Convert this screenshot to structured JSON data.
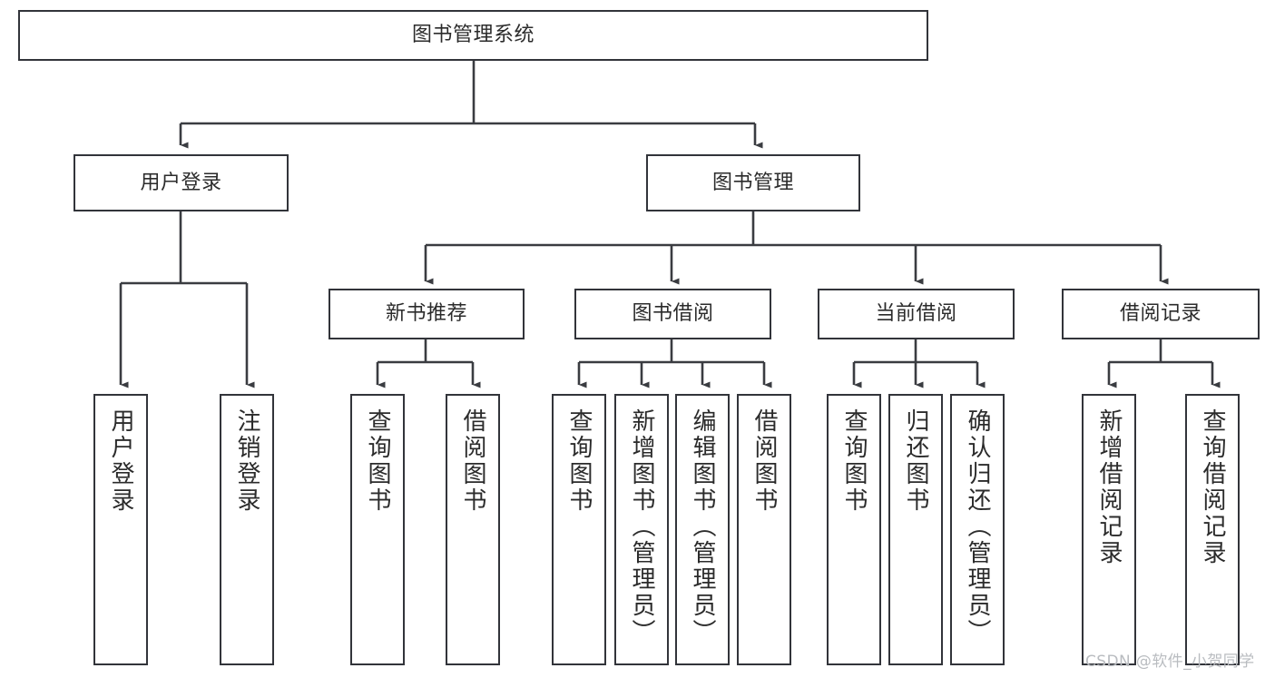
{
  "diagram": {
    "title": "图书管理系统",
    "type": "tree-hierarchy",
    "orientation": "top-down",
    "colors": {
      "box_border": "#32343a",
      "box_fill": "#ffffff",
      "connector": "#3a3c41",
      "text": "#2b2b2b",
      "watermark": "#b9bcc0",
      "background": "#ffffff"
    },
    "root": {
      "label": "图书管理系统"
    },
    "level2": [
      {
        "label": "用户登录"
      },
      {
        "label": "图书管理"
      }
    ],
    "level3": [
      {
        "label": "新书推荐"
      },
      {
        "label": "图书借阅"
      },
      {
        "label": "当前借阅"
      },
      {
        "label": "借阅记录"
      }
    ],
    "leaves": {
      "user_login": [
        {
          "label": "用户登录"
        },
        {
          "label": "注销登录"
        }
      ],
      "new_book_recommend": [
        {
          "label": "查询图书"
        },
        {
          "label": "借阅图书"
        }
      ],
      "book_borrow": [
        {
          "label": "查询图书"
        },
        {
          "label": "新增图书（管理员）"
        },
        {
          "label": "编辑图书（管理员）"
        },
        {
          "label": "借阅图书"
        }
      ],
      "current_borrow": [
        {
          "label": "查询图书"
        },
        {
          "label": "归还图书"
        },
        {
          "label": "确认归还（管理员）"
        }
      ],
      "borrow_record": [
        {
          "label": "新增借阅记录"
        },
        {
          "label": "查询借阅记录"
        }
      ]
    }
  },
  "watermark": {
    "text": "CSDN @软件_小贺同学"
  }
}
